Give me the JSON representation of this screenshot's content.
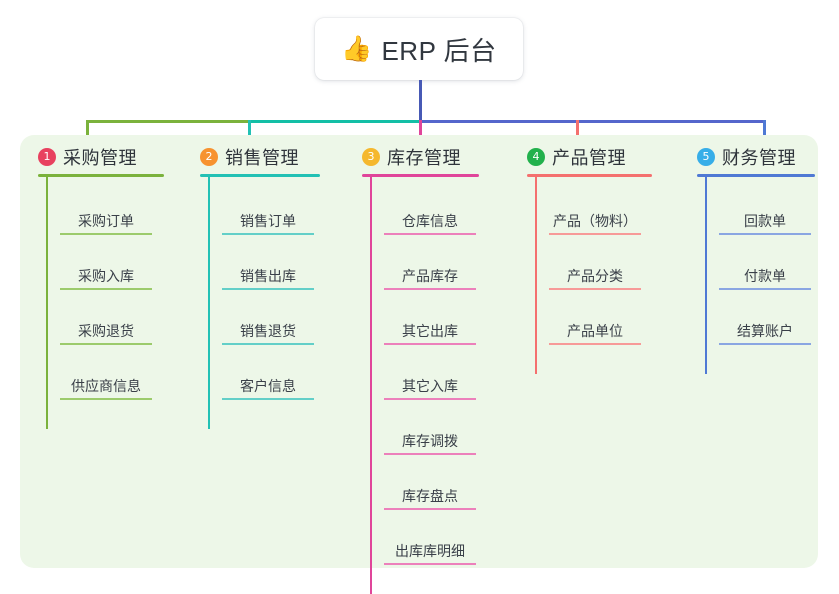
{
  "root": {
    "icon": "thumbs-up-icon",
    "emoji": "👍",
    "title": "ERP 后台"
  },
  "colors": {
    "panel_bg": "#edf7e8",
    "page_bg": "#ffffff",
    "root_line": "#4759b5",
    "bus_left": "#7bb23c",
    "bus_mid": "#13bfa6",
    "bus_right": "#5566cc",
    "badge_1": "#e8415f",
    "badge_2": "#f7922f",
    "badge_3": "#f5b82e",
    "badge_4": "#22b14c",
    "badge_5": "#37aee8",
    "col_1": "#7bb23c",
    "col_2": "#22c1b4",
    "col_3": "#e0459a",
    "col_4": "#f4706e",
    "col_5": "#4f79d4",
    "text_dark": "#2f343b",
    "text_item": "#3a4049"
  },
  "columns": [
    {
      "index": "1",
      "title": "采购管理",
      "badge_color": "#e8415f",
      "line_color": "#7bb23c",
      "item_line_color": "#9ccb6c",
      "items": [
        {
          "label": "采购订单"
        },
        {
          "label": "采购入库"
        },
        {
          "label": "采购退货"
        },
        {
          "label": "供应商信息"
        }
      ]
    },
    {
      "index": "2",
      "title": "销售管理",
      "badge_color": "#f7922f",
      "line_color": "#22c1b4",
      "item_line_color": "#63cfc8",
      "items": [
        {
          "label": "销售订单"
        },
        {
          "label": "销售出库"
        },
        {
          "label": "销售退货"
        },
        {
          "label": "客户信息"
        }
      ]
    },
    {
      "index": "3",
      "title": "库存管理",
      "badge_color": "#f5b82e",
      "line_color": "#e0459a",
      "item_line_color": "#ec80bb",
      "items": [
        {
          "label": "仓库信息"
        },
        {
          "label": "产品库存"
        },
        {
          "label": "其它出库"
        },
        {
          "label": "其它入库"
        },
        {
          "label": "库存调拨"
        },
        {
          "label": "库存盘点"
        },
        {
          "label": "出库库明细"
        }
      ]
    },
    {
      "index": "4",
      "title": "产品管理",
      "badge_color": "#22b14c",
      "line_color": "#f4706e",
      "item_line_color": "#f79a98",
      "items": [
        {
          "label": "产品（物料）"
        },
        {
          "label": "产品分类"
        },
        {
          "label": "产品单位"
        }
      ]
    },
    {
      "index": "5",
      "title": "财务管理",
      "badge_color": "#37aee8",
      "line_color": "#4f79d4",
      "item_line_color": "#8aa6e2",
      "items": [
        {
          "label": "回款单"
        },
        {
          "label": "付款单"
        },
        {
          "label": "结算账户"
        }
      ]
    }
  ]
}
